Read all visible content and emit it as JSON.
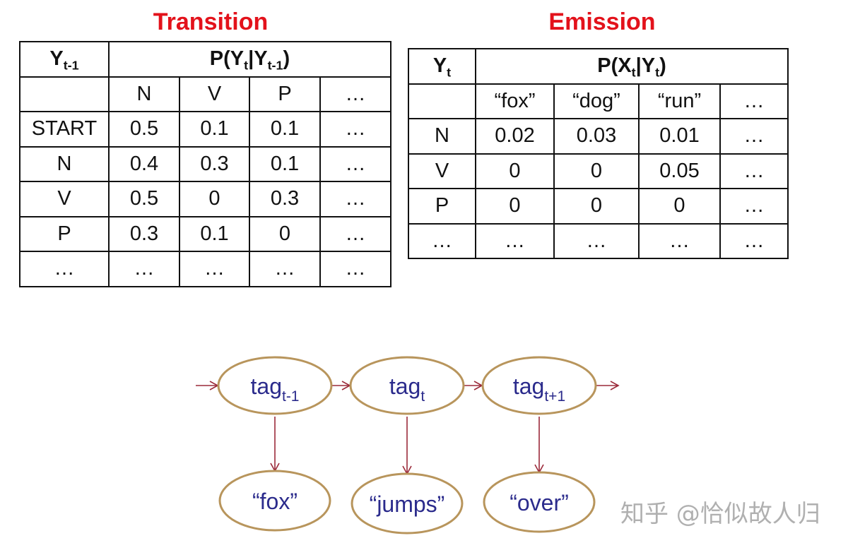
{
  "transition": {
    "title": "Transition",
    "header": [
      [
        {
          "t": "Y"
        },
        {
          "sub": "t-1"
        }
      ],
      [
        {
          "t": "P(Y"
        },
        {
          "sub": "t"
        },
        {
          "t": "|Y"
        },
        {
          "sub": "t-1"
        },
        {
          "t": ")"
        }
      ]
    ],
    "columns": [
      "",
      "N",
      "V",
      "P",
      "…"
    ],
    "rows": [
      [
        "START",
        "0.5",
        "0.1",
        "0.1",
        "…"
      ],
      [
        "N",
        "0.4",
        "0.3",
        "0.1",
        "…"
      ],
      [
        "V",
        "0.5",
        "0",
        "0.3",
        "…"
      ],
      [
        "P",
        "0.3",
        "0.1",
        "0",
        "…"
      ],
      [
        "…",
        "…",
        "…",
        "…",
        "…"
      ]
    ]
  },
  "emission": {
    "title": "Emission",
    "header": [
      [
        {
          "t": "Y"
        },
        {
          "sub": "t"
        }
      ],
      [
        {
          "t": "P(X"
        },
        {
          "sub": "t"
        },
        {
          "t": "|Y"
        },
        {
          "sub": "t"
        },
        {
          "t": ")"
        }
      ]
    ],
    "columns": [
      "",
      "“fox”",
      "“dog”",
      "“run”",
      "…"
    ],
    "rows": [
      [
        "N",
        "0.02",
        "0.03",
        "0.01",
        "…"
      ],
      [
        "V",
        "0",
        "0",
        "0.05",
        "…"
      ],
      [
        "P",
        "0",
        "0",
        "0",
        "…"
      ],
      [
        "…",
        "…",
        "…",
        "…",
        "…"
      ]
    ]
  },
  "graph": {
    "tags": [
      {
        "base": "tag",
        "sub": "t-1"
      },
      {
        "base": "tag",
        "sub": "t"
      },
      {
        "base": "tag",
        "sub": "t+1"
      }
    ],
    "words": [
      "“fox”",
      "“jumps”",
      "“over”"
    ],
    "colors": {
      "node_stroke": "#b8955c",
      "arrow": "#9b2a3a",
      "text": "#2b2b8c"
    }
  },
  "watermark": "知乎 @恰似故人归"
}
